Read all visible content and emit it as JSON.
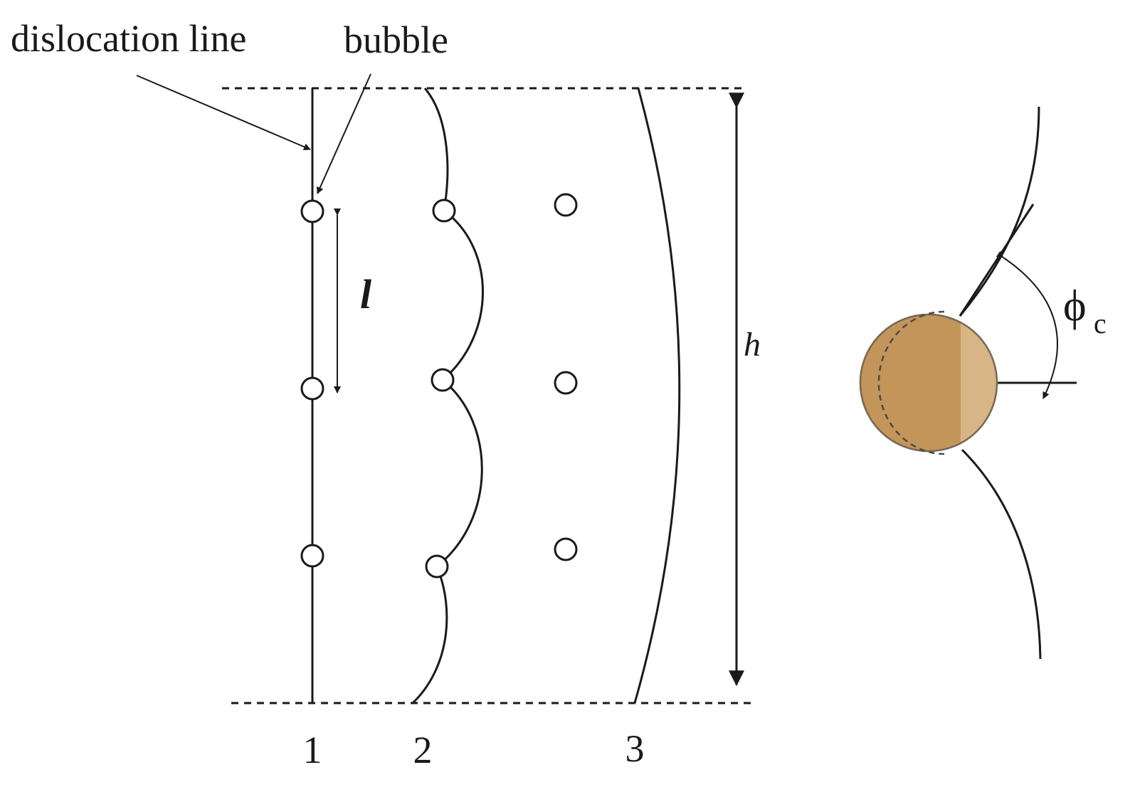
{
  "labels": {
    "dislocation_line": "dislocation line",
    "bubble": "bubble",
    "spacing": "l",
    "height": "h",
    "angle_symbol": "ϕ",
    "angle_subscript": "c",
    "stage_1": "1",
    "stage_2": "2",
    "stage_3": "3"
  },
  "colors": {
    "line": "#1a1a1a",
    "particle_fill": "#c3955a",
    "particle_highlight": "#d8b585",
    "particle_edge": "#7a6a55"
  }
}
